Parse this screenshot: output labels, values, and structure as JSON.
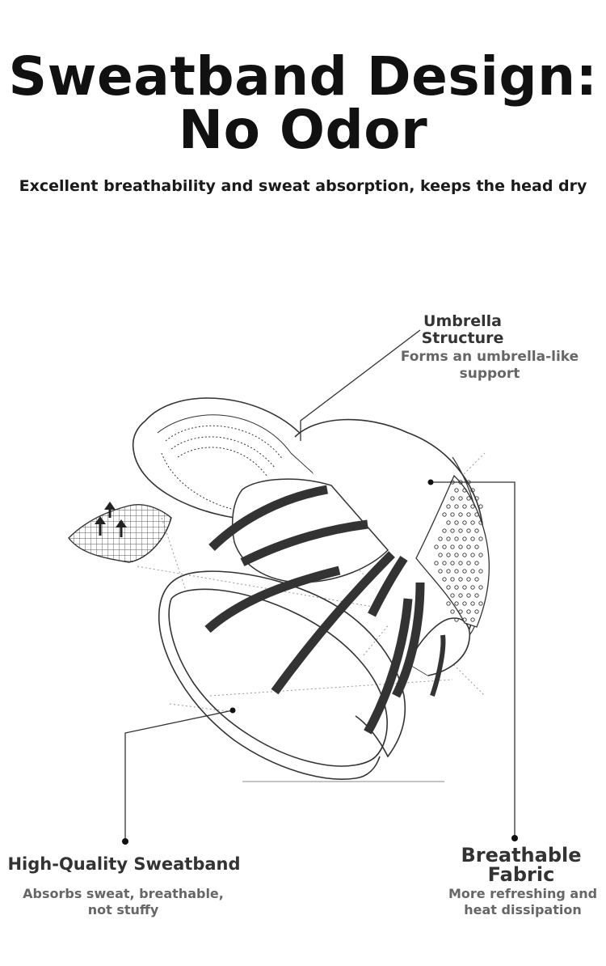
{
  "header": {
    "title_line1": "Sweatband Design:",
    "title_line2": "No Odor",
    "subtitle": "Excellent breathability and sweat absorption, keeps the head dry"
  },
  "callouts": {
    "umbrella": {
      "title_line1": "Umbrella",
      "title_line2": "Structure",
      "desc_line1": "Forms an umbrella-like",
      "desc_line2": "support"
    },
    "sweatband": {
      "title": "High-Quality Sweatband",
      "desc_line1": "Absorbs sweat, breathable,",
      "desc_line2": "not stuffy"
    },
    "fabric": {
      "title_line1": "Breathable",
      "title_line2": "Fabric",
      "desc_line1": "More refreshing and",
      "desc_line2": "heat dissipation"
    }
  },
  "colors": {
    "title": "#111111",
    "label": "#333333",
    "desc": "#666666",
    "strap": "#333333"
  }
}
